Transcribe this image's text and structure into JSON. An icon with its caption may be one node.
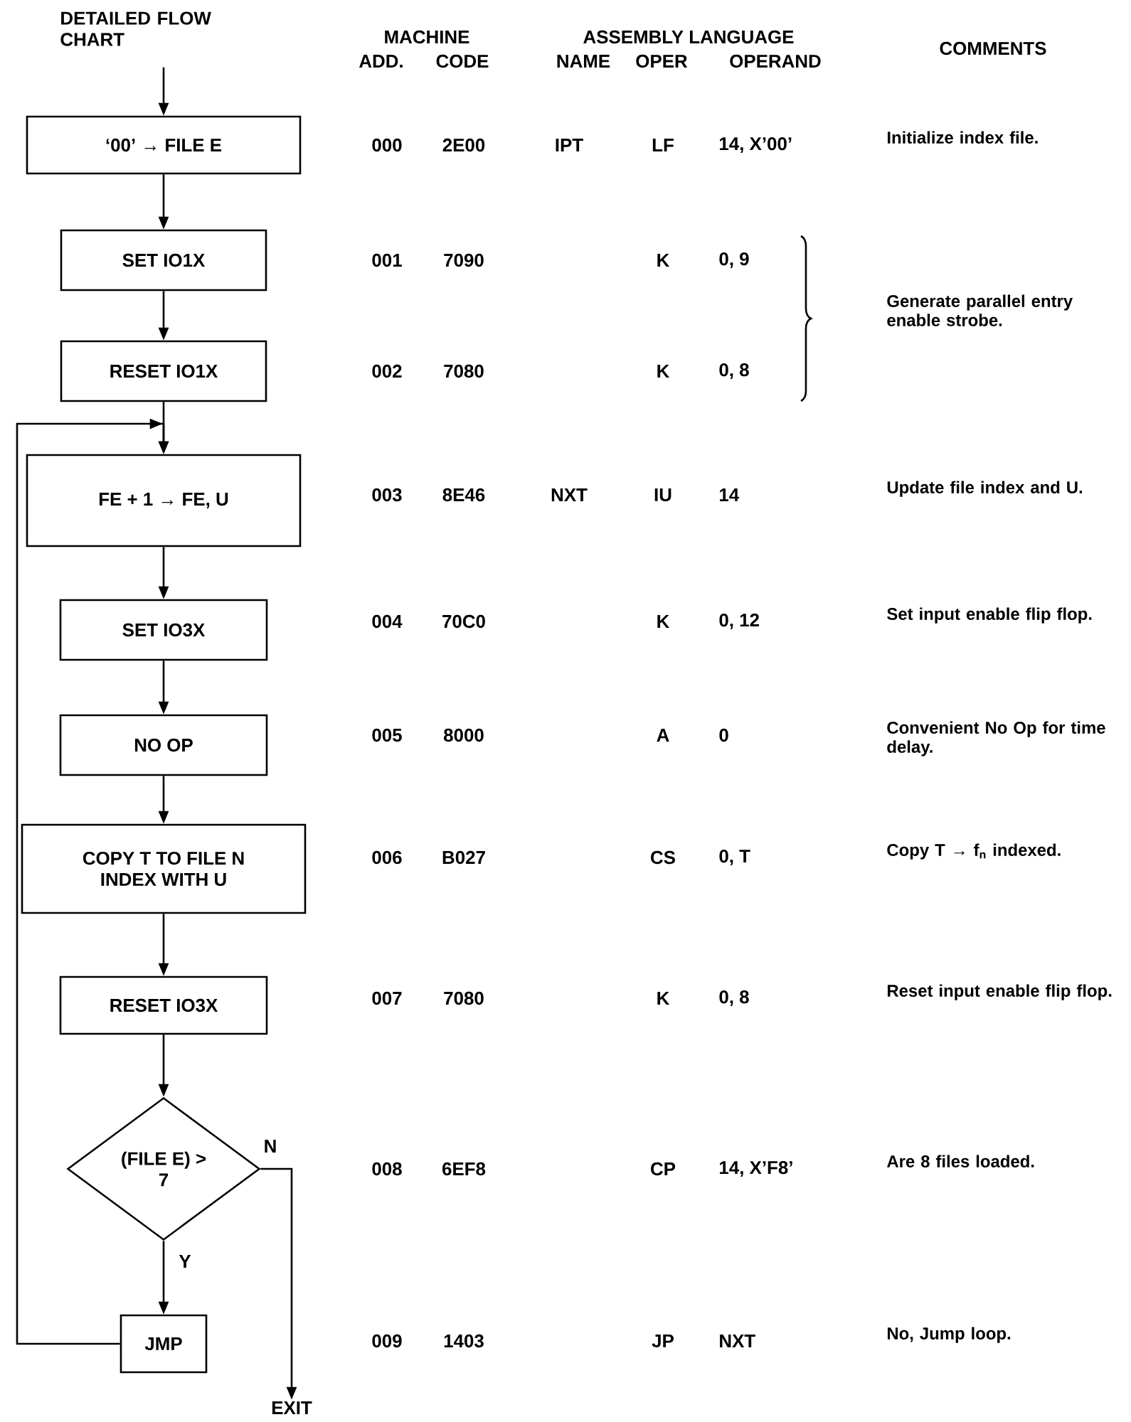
{
  "diagram": {
    "nodes": [
      {
        "text": [
          "‘00’ → FILE E"
        ]
      },
      {
        "text": [
          "SET IO1X"
        ]
      },
      {
        "text": [
          "RESET IO1X"
        ]
      },
      {
        "text": [
          "FE + 1 → FE, U"
        ]
      },
      {
        "text": [
          "SET IO3X"
        ]
      },
      {
        "text": [
          "NO OP"
        ]
      },
      {
        "text": [
          "COPY T TO FILE N INDEX WITH U"
        ]
      },
      {
        "text": [
          "RESET IO3X"
        ]
      },
      {
        "text": [
          "(FILE E) > 7"
        ]
      },
      {
        "text": [
          "JMP"
        ]
      },
      {
        "text": [
          "EXIT"
        ]
      }
    ],
    "edges": [
      {
        "from": null,
        "to": 0,
        "arrow": "to"
      },
      {
        "from": 0,
        "to": 1,
        "arrow": "to"
      },
      {
        "from": 1,
        "to": 2,
        "arrow": "to"
      },
      {
        "from": 2,
        "to": 3,
        "arrow": "to"
      },
      {
        "from": 3,
        "to": 4,
        "arrow": "to"
      },
      {
        "from": 4,
        "to": 5,
        "arrow": "to"
      },
      {
        "from": 5,
        "to": 6,
        "arrow": "to"
      },
      {
        "from": 6,
        "to": 7,
        "arrow": "to"
      },
      {
        "from": 7,
        "to": 8,
        "arrow": "to"
      },
      {
        "from": 8,
        "to": 9,
        "arrow": "to",
        "label": "Y"
      },
      {
        "from": 8,
        "to": 10,
        "arrow": "to",
        "label": "N"
      },
      {
        "from": 9,
        "to": 3,
        "arrow": "to"
      }
    ],
    "labels": [
      "DETAILED FLOW CHART",
      "MACHINE",
      "ADD.",
      "CODE",
      "ASSEMBLY LANGUAGE",
      "NAME",
      "OPER",
      "OPERAND",
      "COMMENTS",
      "000",
      "2E00",
      "IPT",
      "LF",
      "14, X’00’",
      "Initialize index file.",
      "001",
      "7090",
      "K",
      "0, 9",
      "Generate parallel entry enable strobe.",
      "002",
      "7080",
      "K",
      "0, 8",
      "003",
      "8E46",
      "NXT",
      "IU",
      "14",
      "Update file index and U.",
      "004",
      "70C0",
      "K",
      "0, 12",
      "Set input enable flip flop.",
      "005",
      "8000",
      "A",
      "0",
      "Convenient No Op for time delay.",
      "006",
      "B027",
      "CS",
      "0, T",
      "Copy T → f$_{n}$ indexed.",
      "007",
      "7080",
      "K",
      "0, 8",
      "Reset input enable flip flop.",
      "008",
      "6EF8",
      "CP",
      "14, X’F8’",
      "Are 8 files loaded.",
      "009",
      "1403",
      "JP",
      "NXT",
      "No, Jump loop."
    ]
  }
}
